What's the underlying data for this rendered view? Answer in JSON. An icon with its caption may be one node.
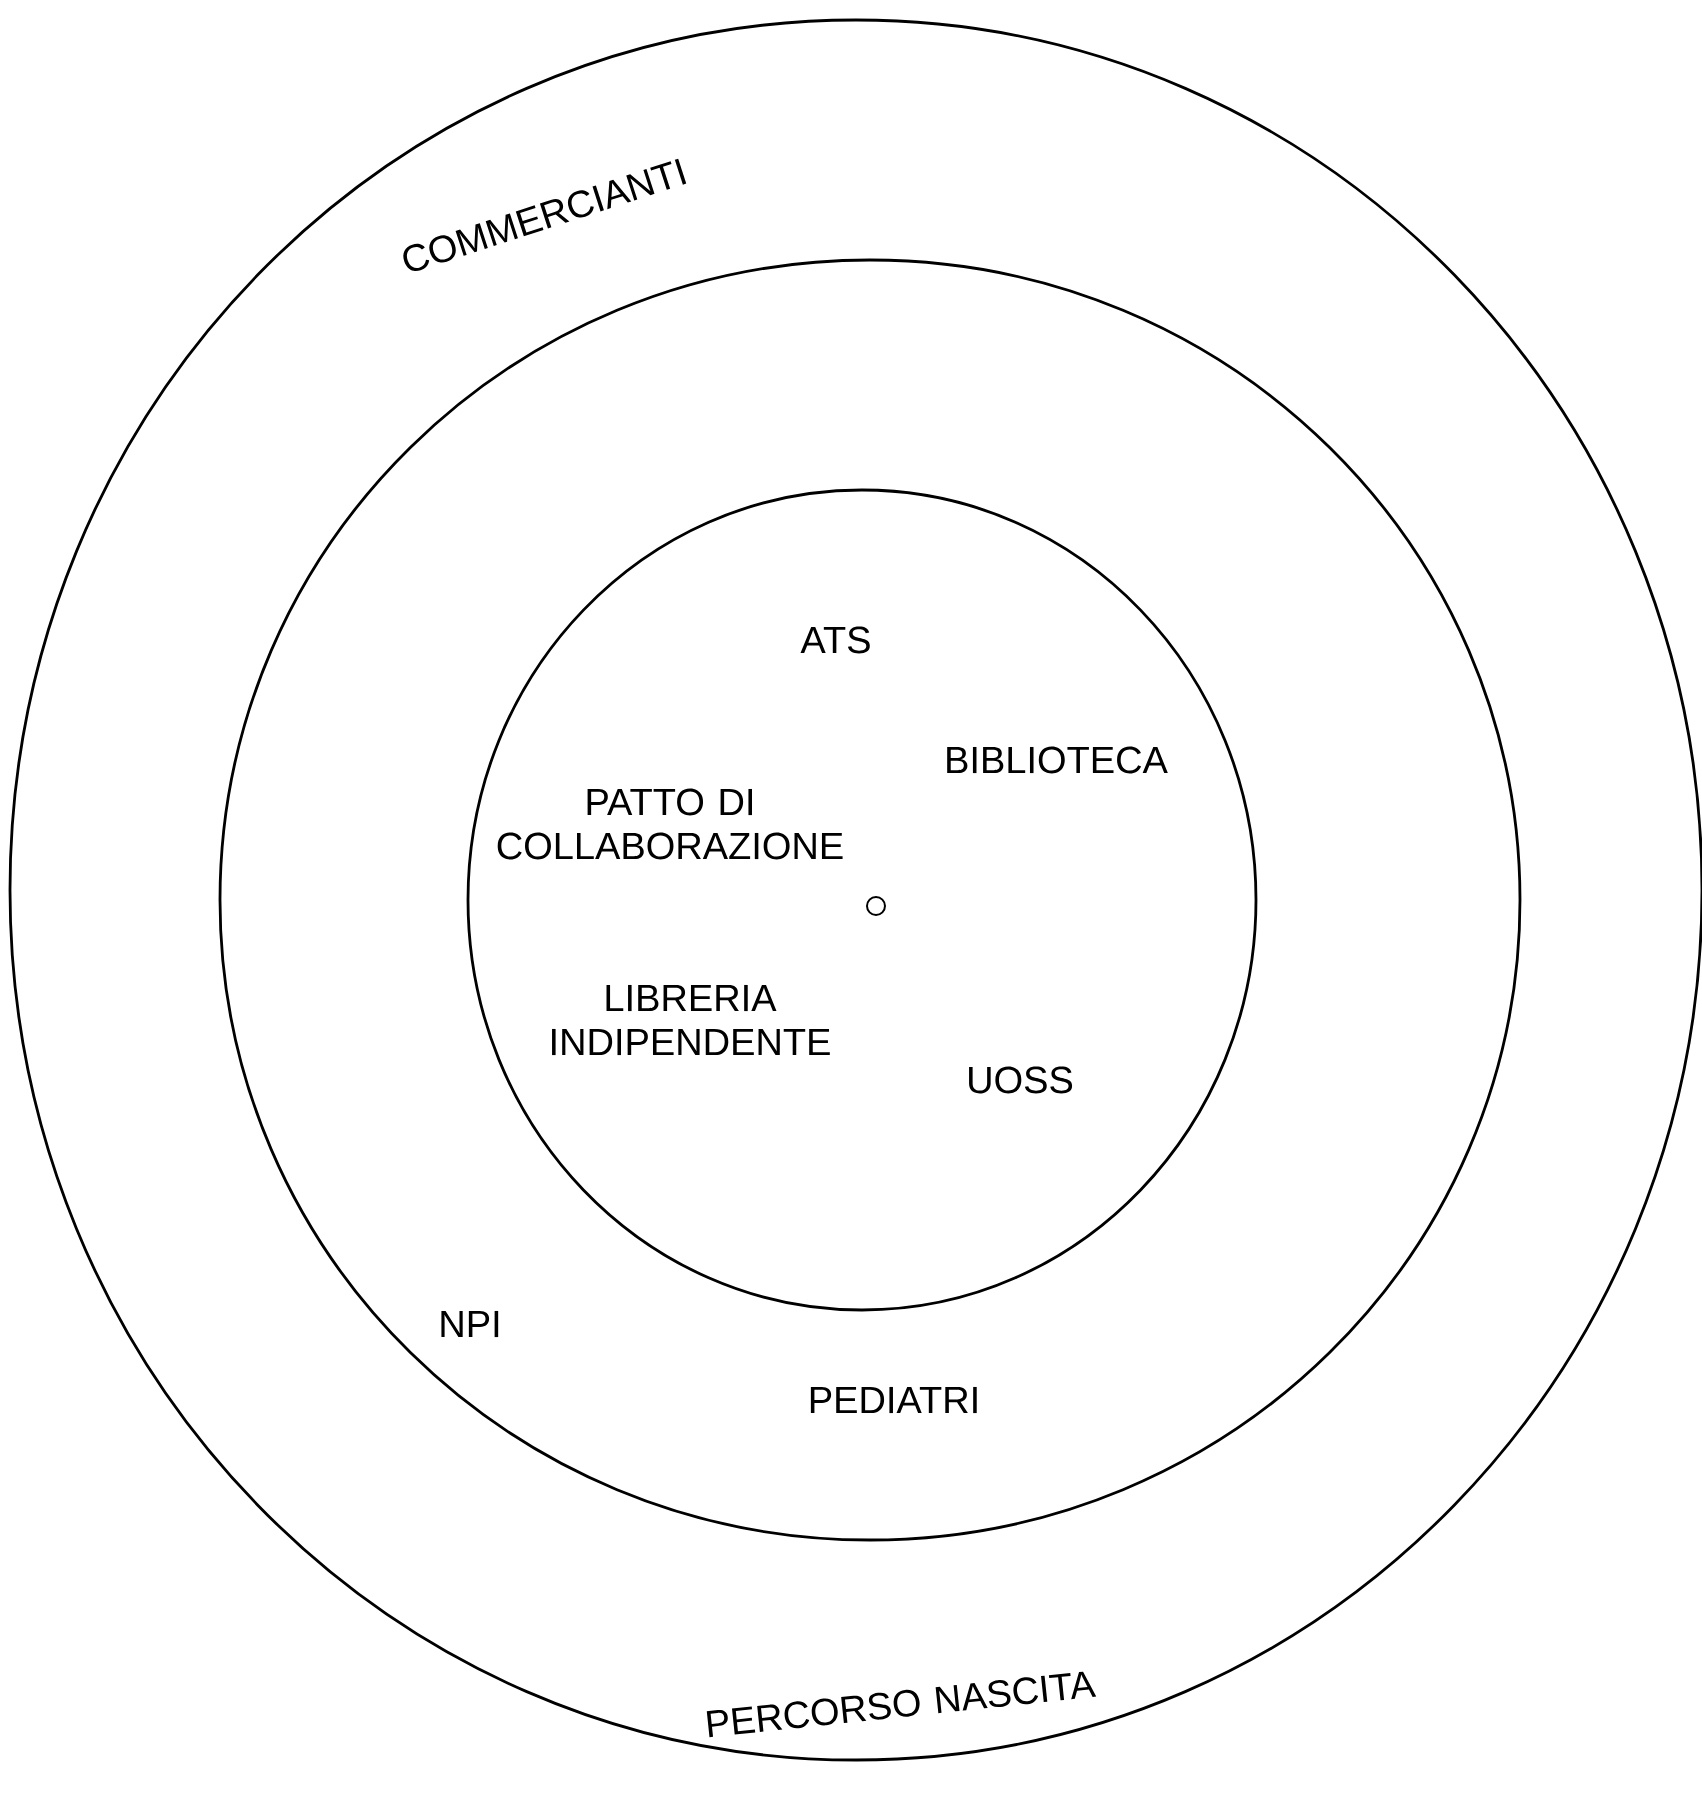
{
  "diagram": {
    "nodes": [
      {
        "text": [
          "COMMERCIANTI",
          "PERCORSO NASCITA"
        ]
      },
      {
        "text": [
          "NPI",
          "PEDIATRI"
        ],
        "in": 0
      },
      {
        "text": [
          "ATS",
          "BIBLIOTECA",
          "PATTO DI COLLABORAZIONE",
          "LIBRERIA INDIPENDENTE",
          "UOSS"
        ],
        "in": 1
      },
      {
        "text": [],
        "shape": "circle",
        "in": 2
      }
    ]
  }
}
